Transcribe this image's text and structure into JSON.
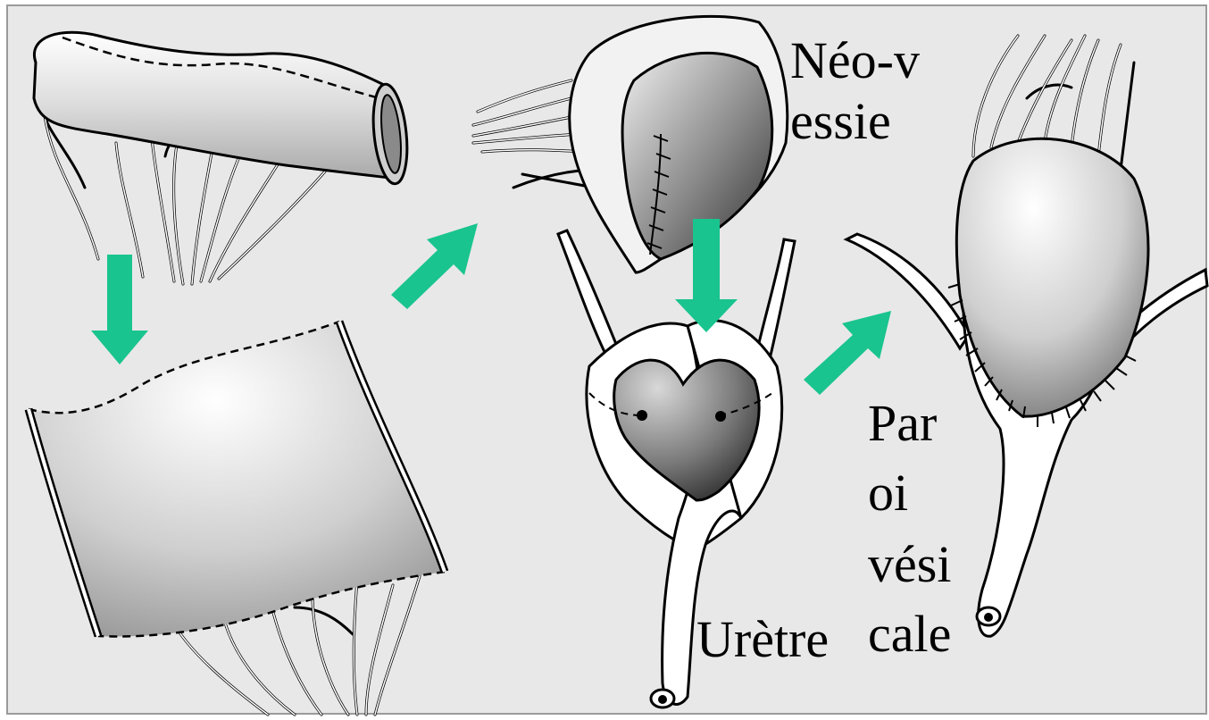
{
  "labels": {
    "neo_vessie_line1": "Néo-v",
    "neo_vessie_line2": "essie",
    "paroi_line1": "Par",
    "paroi_line2": "oi",
    "paroi_line3": "vési",
    "paroi_line4": "cale",
    "uretre": "Urètre"
  },
  "colors": {
    "background": "#e8e8e8",
    "arrow": "#19c48e",
    "outline": "#000000",
    "tissue_light": "#f5f5f5",
    "tissue_dark": "#4a4a4a"
  }
}
